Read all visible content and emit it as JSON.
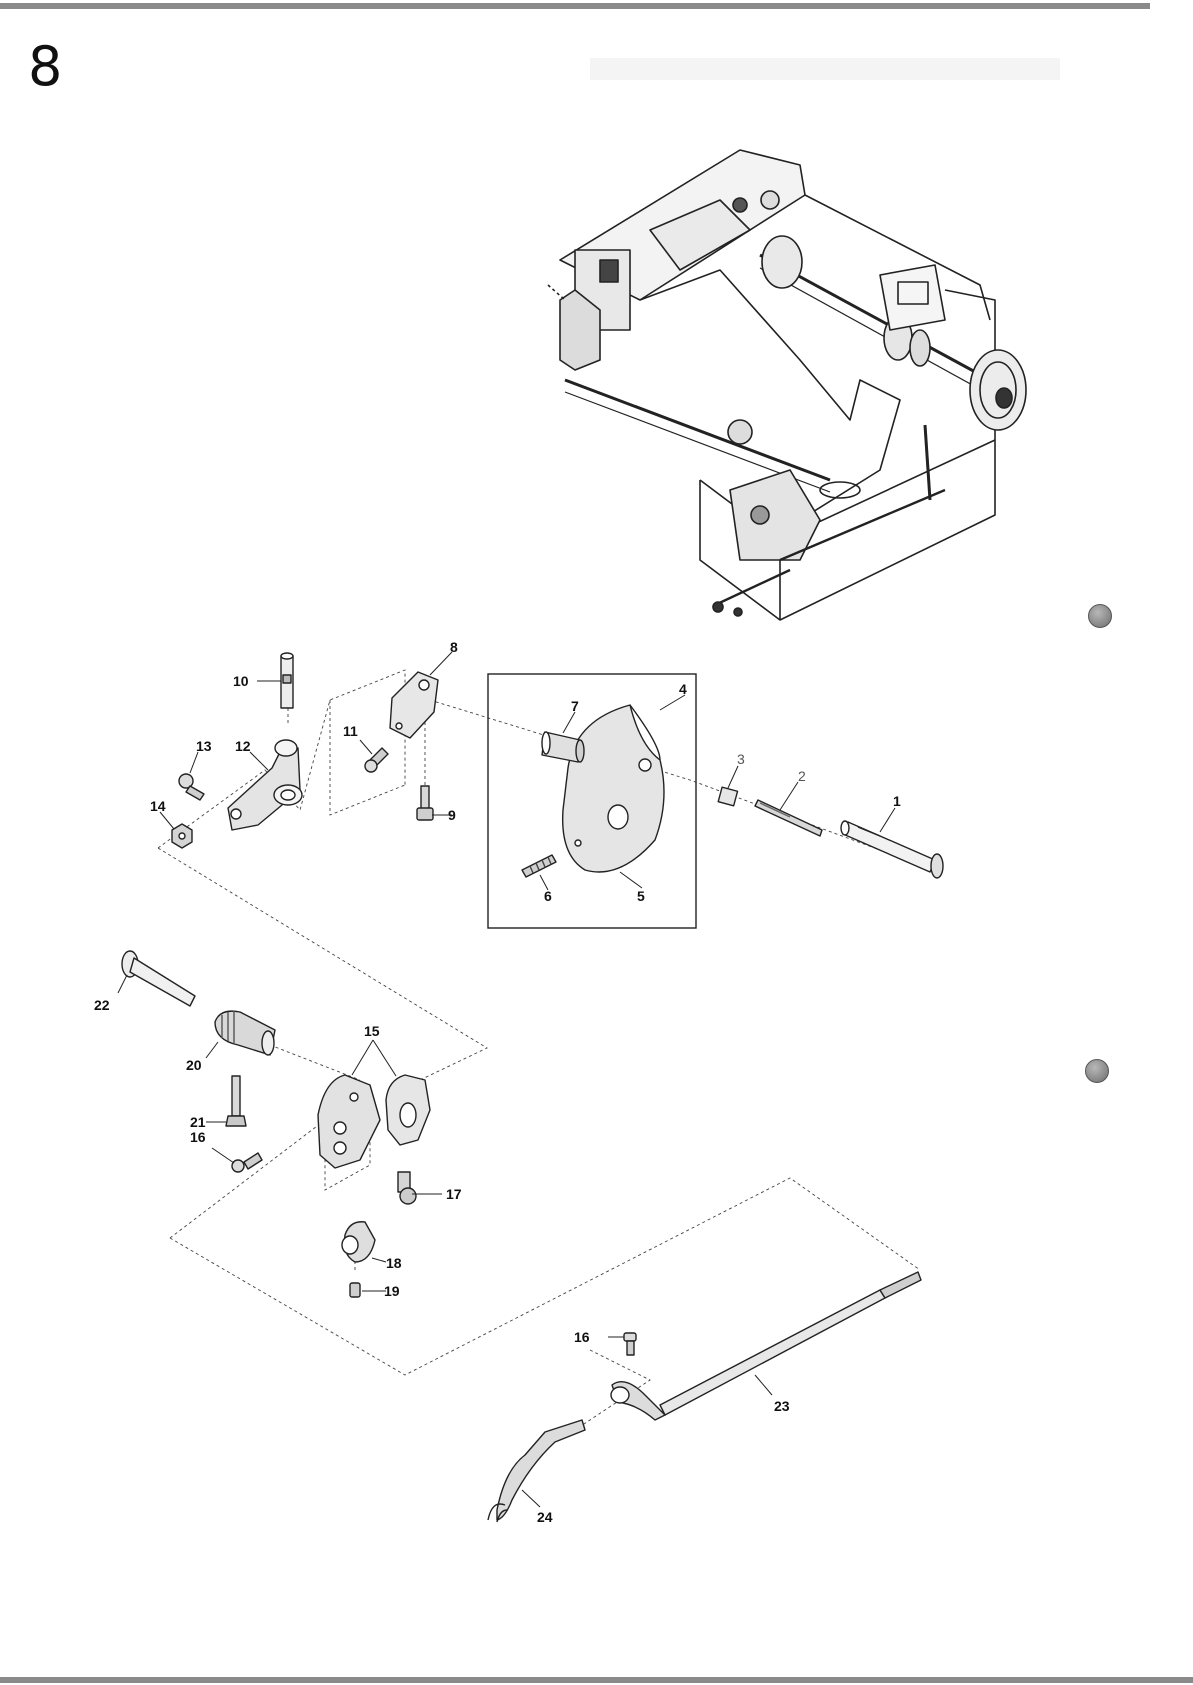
{
  "page": {
    "number": "8"
  },
  "callouts": [
    {
      "id": "p1",
      "text": "1"
    },
    {
      "id": "p2",
      "text": "2"
    },
    {
      "id": "p3",
      "text": "3"
    },
    {
      "id": "p4",
      "text": "4"
    },
    {
      "id": "p5",
      "text": "5"
    },
    {
      "id": "p6",
      "text": "6"
    },
    {
      "id": "p7",
      "text": "7"
    },
    {
      "id": "p8",
      "text": "8"
    },
    {
      "id": "p9",
      "text": "9"
    },
    {
      "id": "p10",
      "text": "10"
    },
    {
      "id": "p11",
      "text": "11"
    },
    {
      "id": "p12",
      "text": "12"
    },
    {
      "id": "p13",
      "text": "13"
    },
    {
      "id": "p14",
      "text": "14"
    },
    {
      "id": "p15",
      "text": "15"
    },
    {
      "id": "p16a",
      "text": "16"
    },
    {
      "id": "p16b",
      "text": "16"
    },
    {
      "id": "p17",
      "text": "17"
    },
    {
      "id": "p18",
      "text": "18"
    },
    {
      "id": "p19",
      "text": "19"
    },
    {
      "id": "p20",
      "text": "20"
    },
    {
      "id": "p21",
      "text": "21"
    },
    {
      "id": "p22",
      "text": "22"
    },
    {
      "id": "p23",
      "text": "23"
    },
    {
      "id": "p24",
      "text": "24"
    }
  ]
}
